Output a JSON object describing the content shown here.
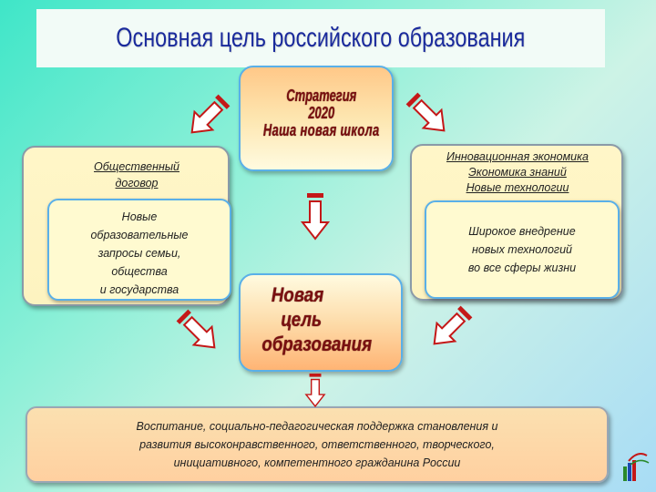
{
  "title": "Основная цель российского образования",
  "strategy": {
    "lines": [
      "Стратегия",
      "2020",
      "Наша новая школа"
    ]
  },
  "left_panel": {
    "outer_lines": [
      "Общественный",
      "договор"
    ],
    "inner_lines": [
      "Новые",
      "образовательные",
      "запросы семьи,",
      "общества",
      "и государства"
    ]
  },
  "right_panel": {
    "outer_lines": [
      "Инновационная экономика",
      "Экономика знаний",
      "Новые технологии"
    ],
    "inner_lines": [
      "Широкое внедрение",
      "новых технологий",
      "во все сферы жизни"
    ]
  },
  "new_goal": {
    "lines": [
      "Новая",
      "цель",
      "образования"
    ]
  },
  "bottom": {
    "lines": [
      "Воспитание, социально-педагогическая поддержка становления и",
      "развития высоконравственного, ответственного, творческого,",
      "инициативного, компетентного гражданина России"
    ]
  },
  "colors": {
    "title_text": "#1a2a9c",
    "arrow_stroke": "#c41818",
    "arrow_fill": "#ffffff",
    "compressed_text": "#7a1010",
    "inner_border": "#5ab0e8"
  },
  "icons": [
    "arrow-up-left-icon",
    "arrow-down-right-icon",
    "arrow-down-icon",
    "logo-icon"
  ]
}
